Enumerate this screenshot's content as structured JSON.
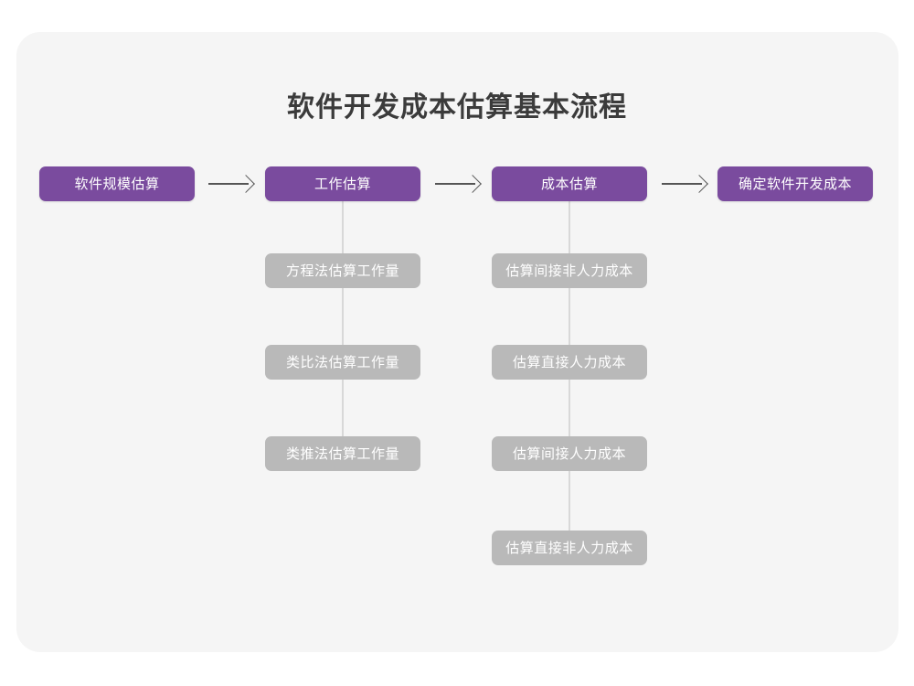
{
  "diagram": {
    "title": "软件开发成本估算基本流程",
    "colors": {
      "canvas_background": "#ffffff",
      "card_background": "#f5f5f5",
      "primary_node": "#7a4b9e",
      "sub_node": "#b9b9b9",
      "node_text": "#ffffff",
      "title_text": "#3b3b3b",
      "arrow": "#555555",
      "connector": "#d8d8d8"
    },
    "flow": {
      "steps": [
        {
          "id": "step-1",
          "label": "软件规模估算",
          "substeps": []
        },
        {
          "id": "step-2",
          "label": "工作估算",
          "substeps": [
            {
              "id": "substep-2-1",
              "label": "方程法估算工作量"
            },
            {
              "id": "substep-2-2",
              "label": "类比法估算工作量"
            },
            {
              "id": "substep-2-3",
              "label": "类推法估算工作量"
            }
          ]
        },
        {
          "id": "step-3",
          "label": "成本估算",
          "substeps": [
            {
              "id": "substep-3-1",
              "label": "估算间接非人力成本"
            },
            {
              "id": "substep-3-2",
              "label": "估算直接人力成本"
            },
            {
              "id": "substep-3-3",
              "label": "估算间接人力成本"
            },
            {
              "id": "substep-3-4",
              "label": "估算直接非人力成本"
            }
          ]
        },
        {
          "id": "step-4",
          "label": "确定软件开发成本",
          "substeps": []
        }
      ],
      "connector_arrows": [
        {
          "id": "arrow-1",
          "from": "step-1",
          "to": "step-2",
          "glyph": "arrow-right-icon"
        },
        {
          "id": "arrow-2",
          "from": "step-2",
          "to": "step-3",
          "glyph": "arrow-right-icon"
        },
        {
          "id": "arrow-3",
          "from": "step-3",
          "to": "step-4",
          "glyph": "arrow-right-icon"
        }
      ]
    }
  }
}
